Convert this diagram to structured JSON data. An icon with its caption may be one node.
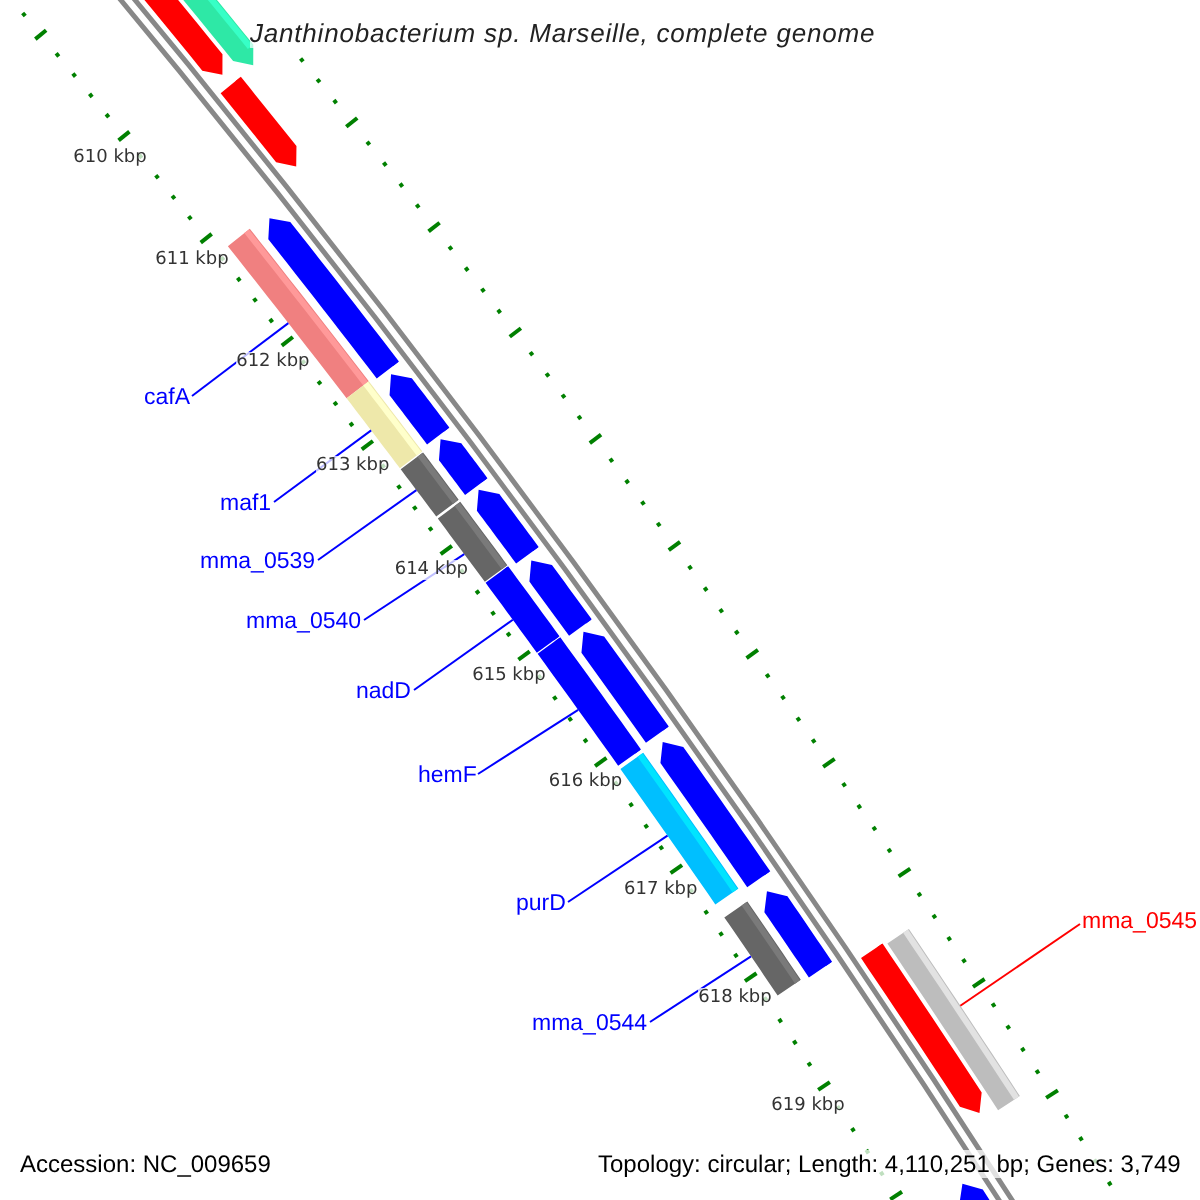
{
  "diagram": {
    "title": "Janthinobacterium sp. Marseille, complete genome",
    "nodes": [
      {
        "text": [
          "cafA"
        ]
      },
      {
        "text": [
          "maf1"
        ]
      },
      {
        "text": [
          "mma_0539"
        ]
      },
      {
        "text": [
          "mma_0540"
        ]
      },
      {
        "text": [
          "nadD"
        ]
      },
      {
        "text": [
          "hemF"
        ]
      },
      {
        "text": [
          "purD"
        ]
      },
      {
        "text": [
          "mma_0544"
        ]
      },
      {
        "text": [
          "mma_0545"
        ]
      },
      {
        "text": [],
        "shape": "bar"
      },
      {
        "text": [],
        "shape": "bar"
      },
      {
        "text": [],
        "shape": "bar"
      },
      {
        "text": [],
        "shape": "bar"
      },
      {
        "text": [],
        "shape": "bar"
      },
      {
        "text": [],
        "shape": "bar"
      },
      {
        "text": [],
        "shape": "bar"
      },
      {
        "text": [],
        "shape": "bar"
      },
      {
        "text": [],
        "shape": "bar"
      }
    ],
    "edges": [
      {
        "from": 0,
        "to": 9,
        "arrow": "none"
      },
      {
        "from": 1,
        "to": 10,
        "arrow": "none"
      },
      {
        "from": 2,
        "to": 11,
        "arrow": "none"
      },
      {
        "from": 3,
        "to": 12,
        "arrow": "none"
      },
      {
        "from": 4,
        "to": 13,
        "arrow": "none"
      },
      {
        "from": 5,
        "to": 14,
        "arrow": "none"
      },
      {
        "from": 6,
        "to": 15,
        "arrow": "none"
      },
      {
        "from": 7,
        "to": 16,
        "arrow": "none"
      },
      {
        "from": 8,
        "to": 17,
        "arrow": "none",
        "color": "#ff0000"
      }
    ],
    "labels": [
      "610 kbp",
      "611 kbp",
      "612 kbp",
      "613 kbp",
      "614 kbp",
      "615 kbp",
      "616 kbp",
      "617 kbp",
      "618 kbp",
      "619 kbp",
      "Accession: NC_009659",
      "Topology: circular; Length: 4,110,251 bp; Genes: 3,749"
    ]
  }
}
